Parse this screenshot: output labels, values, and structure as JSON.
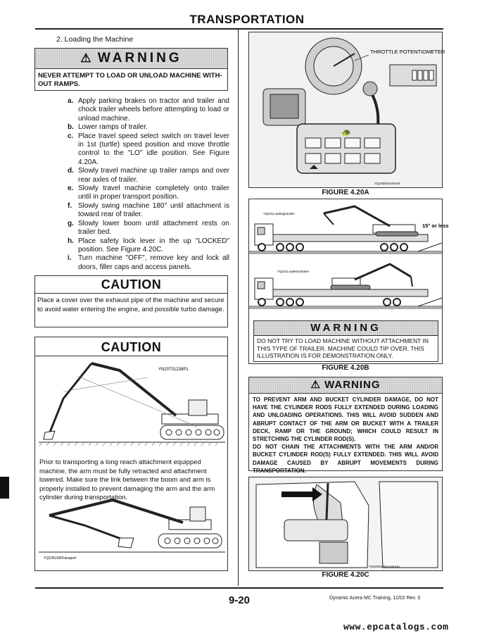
{
  "header": {
    "title": "TRANSPORTATION"
  },
  "section": {
    "heading": "2.  Loading the Machine"
  },
  "warning1": {
    "label": "WARNING",
    "text": "NEVER ATTEMPT TO LOAD OR UNLOAD MACHINE WITH-OUT RAMPS."
  },
  "steps": [
    {
      "letter": "a.",
      "text": "Apply parking brakes on tractor and trailer and chock trailer wheels before attempting to load or unload machine."
    },
    {
      "letter": "b.",
      "text": "Lower ramps of trailer."
    },
    {
      "letter": "c.",
      "text": "Place travel speed select switch on travel lever in 1st (turtle) speed position and move throttle control to the \"LO\" idle position. See Figure 4.20A."
    },
    {
      "letter": "d.",
      "text": "Slowly travel machine up trailer ramps and over rear axles of trailer."
    },
    {
      "letter": "e.",
      "text": "Slowly travel machine completely onto trailer until in proper transport position."
    },
    {
      "letter": "f.",
      "text": "Slowly swing machine 180° until attachment is toward rear of trailer."
    },
    {
      "letter": "g.",
      "text": "Slowly lower boom until attachment rests on trailer bed."
    },
    {
      "letter": "h.",
      "text": "Place safety lock lever in the up \"LOCKED\" position. See Figure 4.20C."
    },
    {
      "letter": "i.",
      "text": "Turn machine \"OFF\", remove key and lock all doors, filler caps and access panels."
    }
  ],
  "caution1": {
    "label": "CAUTION",
    "text": "Place a cover over the exhaust pipe of the machine and secure to avoid water entering the engine, and possible turbo damage."
  },
  "caution2": {
    "label": "CAUTION",
    "image_code": "YN20T01238P1",
    "text": "Prior to transporting a long reach attachment equipped machine, the arm must be fully retracted and attachment lowered. Make sure the link between the boom and arm is properly installed to prevent damaging the arm and the arm cylinder during transportation.",
    "image_code2": "YQ105LRATransport"
  },
  "figA": {
    "callout": "THROTTLE POTENTIOMETER",
    "image_code": "YQ105SlowTravel",
    "caption": "FIGURE 4.20A"
  },
  "figB": {
    "image_code_top": "YQ101Loadingtotrailer",
    "image_code_bottom": "YQ101Loadedontrailer",
    "angle_label": "15° or less",
    "caption": "FIGURE 4.20B"
  },
  "warning2": {
    "label": "WARNING",
    "text": "DO NOT TRY TO LOAD MACHINE WITHOUT ATTACHMENT IN THIS TYPE OF TRAILER. MACHINE COULD TIP OVER. THIS ILLUSTRATION IS FOR DEMONSTRATION ONLY."
  },
  "warning3": {
    "label": "WARNING",
    "text": "TO PREVENT ARM AND BUCKET CYLINDER DAMAGE, DO NOT HAVE THE CYLINDER RODS FULLY EXTENDED DURING LOADING AND UNLOADING OPERATIONS. THIS WILL AVOID SUDDEN AND ABRUPT CONTACT OF THE ARM OR BUCKET WITH A TRAILER DECK, RAMP OR THE GROUND; WHICH COULD RESULT IN STRETCHING THE CYLINDER ROD(S).",
    "text2": "DO NOT CHAIN THE ATTACHMENTS WITH THE ARM AND/OR BUCKET CYLINDER ROD(S) FULLY EXTENDED. THIS WILL AVOID DAMAGE CAUSED BY ABRUPT MOVEMENTS DURING TRANSPORTATION."
  },
  "figC": {
    "image_code": "YQ105SafetyLeverUp",
    "caption": "FIGURE 4.20C"
  },
  "footer": {
    "page": "9-20",
    "doc": "Dynamic Acera MC Training, 11/02  Rev. 0",
    "watermark": "www.epcatalogs.com"
  }
}
